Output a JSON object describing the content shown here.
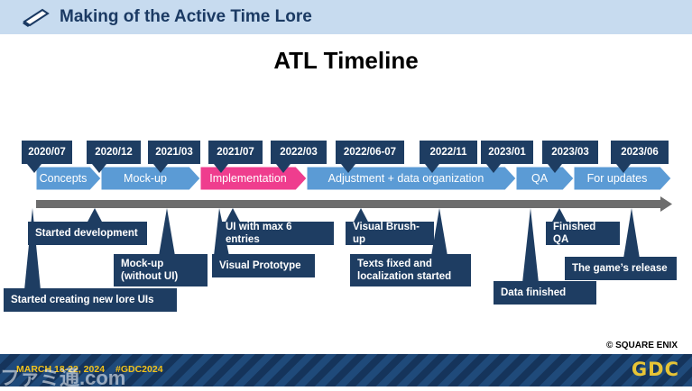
{
  "header": {
    "title": "Making of the Active Time Lore",
    "icon": "ribbon-icon"
  },
  "title": "ATL Timeline",
  "dates": [
    "2020/07",
    "2020/12",
    "2021/03",
    "2021/07",
    "2022/03",
    "2022/06-07",
    "2022/11",
    "2023/01",
    "2023/03",
    "2023/06"
  ],
  "phases": [
    {
      "label": "Concepts",
      "color": "#5b9bd5"
    },
    {
      "label": "Mock-up",
      "color": "#5b9bd5"
    },
    {
      "label": "Implementation",
      "color": "#ef3d8e"
    },
    {
      "label": "Adjustment + data organization",
      "color": "#5b9bd5"
    },
    {
      "label": "QA",
      "color": "#5b9bd5"
    },
    {
      "label": "For updates",
      "color": "#5b9bd5"
    }
  ],
  "notes": [
    "Started development",
    "Started creating new lore UIs",
    "Mock-up\n(without UI)",
    "UI with max 6 entries",
    "Visual Prototype",
    "Visual Brush-up",
    "Texts fixed and\nlocalization started",
    "Data finished",
    "Finished QA",
    "The game’s release"
  ],
  "copyright": "© SQUARE ENIX",
  "footer": {
    "dates": "MARCH 18-22, 2024",
    "tag": "#GDC2024",
    "logo": "GDC"
  },
  "watermark": "ファミ通.com",
  "colors": {
    "navy": "#1e3d62",
    "header_bg": "#c7dbef",
    "arrow_blue": "#5b9bd5",
    "implementation_pink": "#ef3d8e",
    "axis_gray": "#6d6d6d",
    "footer_gold": "#f2c21b"
  }
}
